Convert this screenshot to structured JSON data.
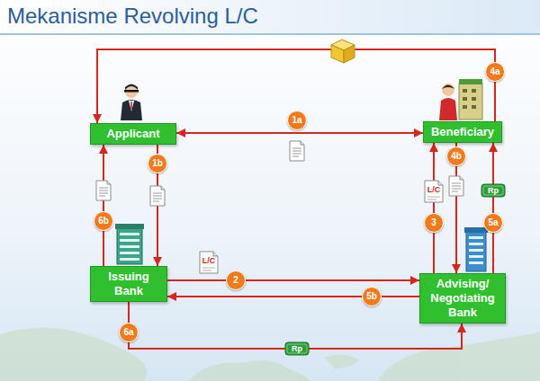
{
  "diagram": {
    "title": "Mekanisme Revolving L/C",
    "nodes": [
      {
        "text": [
          "Applicant"
        ]
      },
      {
        "text": [
          "Beneficiary"
        ]
      },
      {
        "text": [
          "Issuing Bank"
        ]
      },
      {
        "text": [
          "Advising/ Negotiating Bank"
        ]
      }
    ],
    "edges": [
      {
        "from": 0,
        "to": 1,
        "label": "1a",
        "arrow": "both"
      },
      {
        "from": 0,
        "to": 2,
        "label": "1b",
        "arrow": "to"
      },
      {
        "from": 2,
        "to": 0,
        "label": "6b",
        "arrow": "to"
      },
      {
        "from": 2,
        "to": 3,
        "label": "2",
        "arrow": "to"
      },
      {
        "from": 3,
        "to": 2,
        "label": "5b",
        "arrow": "to"
      },
      {
        "from": 3,
        "to": 1,
        "label": "3",
        "arrow": "to"
      },
      {
        "from": 1,
        "to": 3,
        "label": "4b",
        "arrow": "to"
      },
      {
        "from": 3,
        "to": 1,
        "label": "5a",
        "arrow": "to"
      },
      {
        "from": 1,
        "to": 0,
        "label": "4a",
        "arrow": "to"
      },
      {
        "from": 2,
        "to": 3,
        "label": "6a",
        "arrow": "to"
      }
    ],
    "labels": [
      "L/C",
      "Rp",
      "L/C",
      "Rp"
    ]
  }
}
